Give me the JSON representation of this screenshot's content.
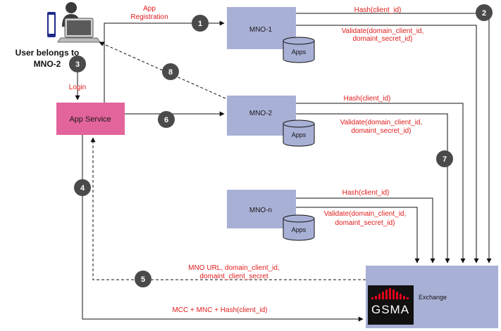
{
  "colors": {
    "mno_box": "#a9b0d6",
    "app_service_box": "#e2649a",
    "exchange_box": "#a9b0d6",
    "step_circle": "#4a4a4a",
    "label_red": "#e01b1b",
    "gsma_red": "#e2001a"
  },
  "user": {
    "caption_line1": "User belongs to",
    "caption_line2": "MNO-2",
    "icons": [
      "person-icon",
      "smartphone-icon",
      "laptop-icon"
    ]
  },
  "app_service": {
    "label": "App Service"
  },
  "mno": [
    {
      "label": "MNO-1",
      "db_label": "Apps"
    },
    {
      "label": "MNO-2",
      "db_label": "Apps"
    },
    {
      "label": "MNO-n",
      "db_label": "Apps"
    }
  ],
  "exchange": {
    "label": "Exchange",
    "logo_text": "GSMA"
  },
  "arrow_labels": {
    "app_registration_line1": "App",
    "app_registration_line2": "Registration",
    "login": "Login",
    "hash": "Hash(client_id)",
    "validate_line1": "Validate(domain_client_id,",
    "validate_line2": "domaint_secret_id)",
    "mno_url_line1": "MNO URL, domain_client_id,",
    "mno_url_line2": "domaint_client_secret",
    "mcc_mnc": "MCC + MNC + Hash(client_id)"
  },
  "steps": [
    "1",
    "2",
    "3",
    "4",
    "5",
    "6",
    "7",
    "8"
  ]
}
